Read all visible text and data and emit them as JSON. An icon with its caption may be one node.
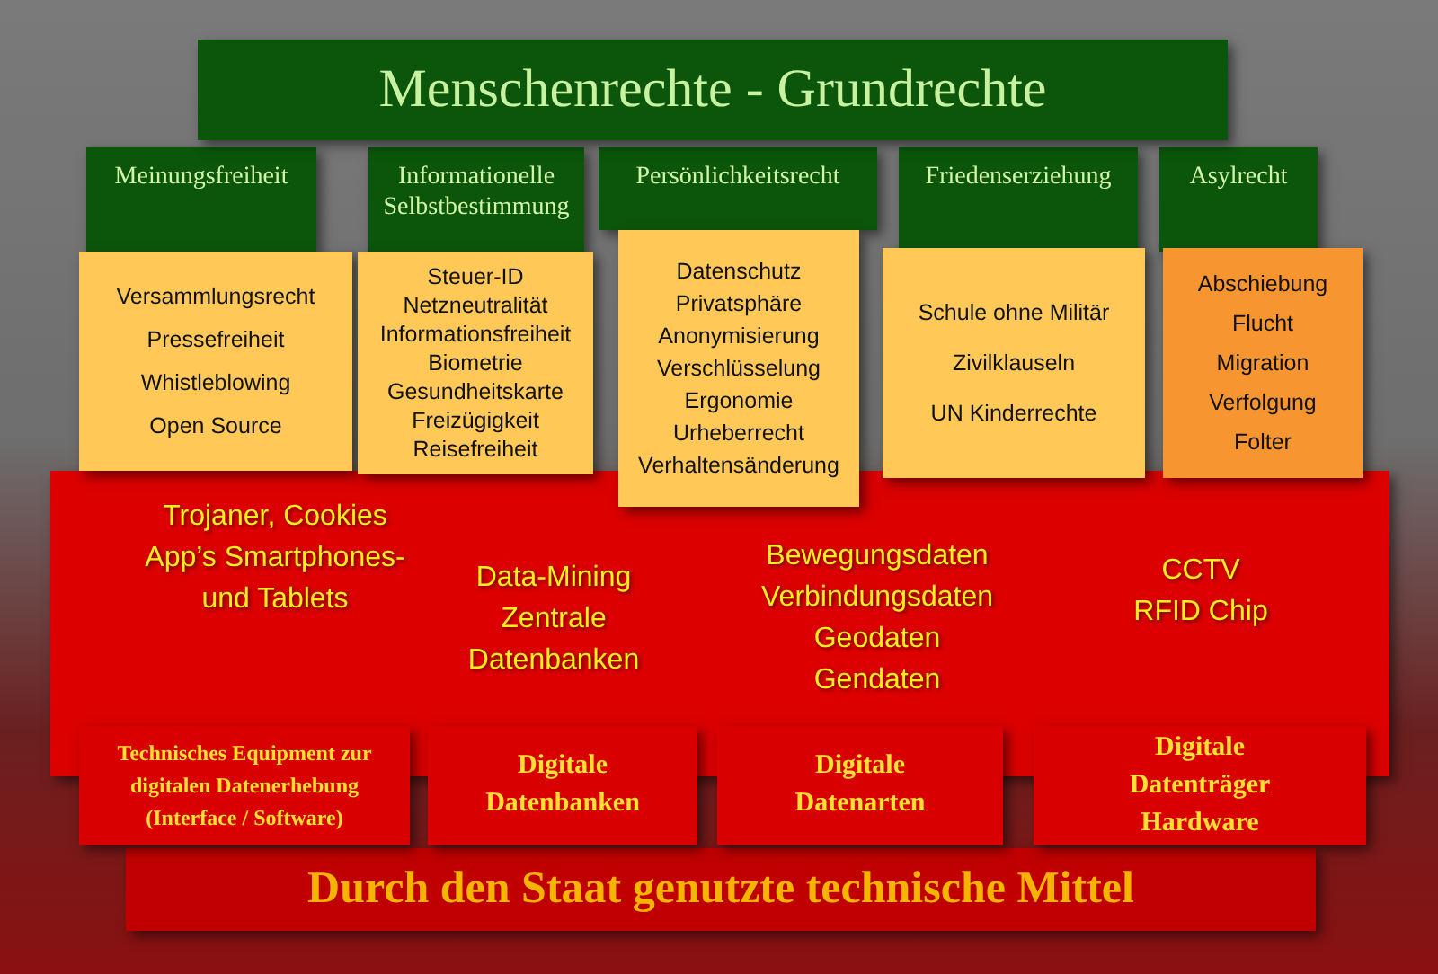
{
  "diagram": {
    "nodes": [
      {
        "text": [
          "Menschenrechte - Grundrechte"
        ]
      },
      {
        "text": [
          "Meinungsfreiheit"
        ]
      },
      {
        "text": [
          "Informationelle Selbstbestimmung"
        ]
      },
      {
        "text": [
          "Persönlichkeitsrecht"
        ]
      },
      {
        "text": [
          "Friedenserziehung"
        ]
      },
      {
        "text": [
          "Asylrecht"
        ]
      },
      {
        "text": [
          "Versammlungsrecht",
          "Pressefreiheit",
          "Whistleblowing",
          "Open Source"
        ]
      },
      {
        "text": [
          "Steuer-ID",
          "Netzneutralität",
          "Informationsfreiheit",
          "Biometrie",
          "Gesundheitskarte",
          "Freizügigkeit",
          "Reisefreiheit"
        ]
      },
      {
        "text": [
          "Datenschutz",
          "Privatsphäre",
          "Anonymisierung",
          "Verschlüsselung",
          "Ergonomie",
          "Urheberrecht",
          "Verhaltensänderung"
        ]
      },
      {
        "text": [
          "Schule ohne Militär",
          "Zivilklauseln",
          "UN Kinderrechte"
        ]
      },
      {
        "text": [
          "Abschiebung",
          "Flucht",
          "Migration",
          "Verfolgung",
          "Folter"
        ]
      },
      {
        "text": [
          "Trojaner, Cookies",
          "App’s Smartphones- und Tablets",
          "Data-Mining",
          "Zentrale Datenbanken",
          "Bewegungsdaten",
          "Verbindungsdaten",
          "Geodaten",
          "Gendaten",
          "CCTV",
          "RFID Chip"
        ]
      },
      {
        "text": [
          "Technisches Equipment zur digitalen Datenerhebung (Interface / Software)"
        ]
      },
      {
        "text": [
          "Digitale Datenbanken"
        ]
      },
      {
        "text": [
          "Digitale Datenarten"
        ]
      },
      {
        "text": [
          "Digitale Datenträger Hardware"
        ]
      },
      {
        "text": [
          "Durch den Staat genutzte technische Mittel"
        ]
      }
    ],
    "edges": []
  }
}
